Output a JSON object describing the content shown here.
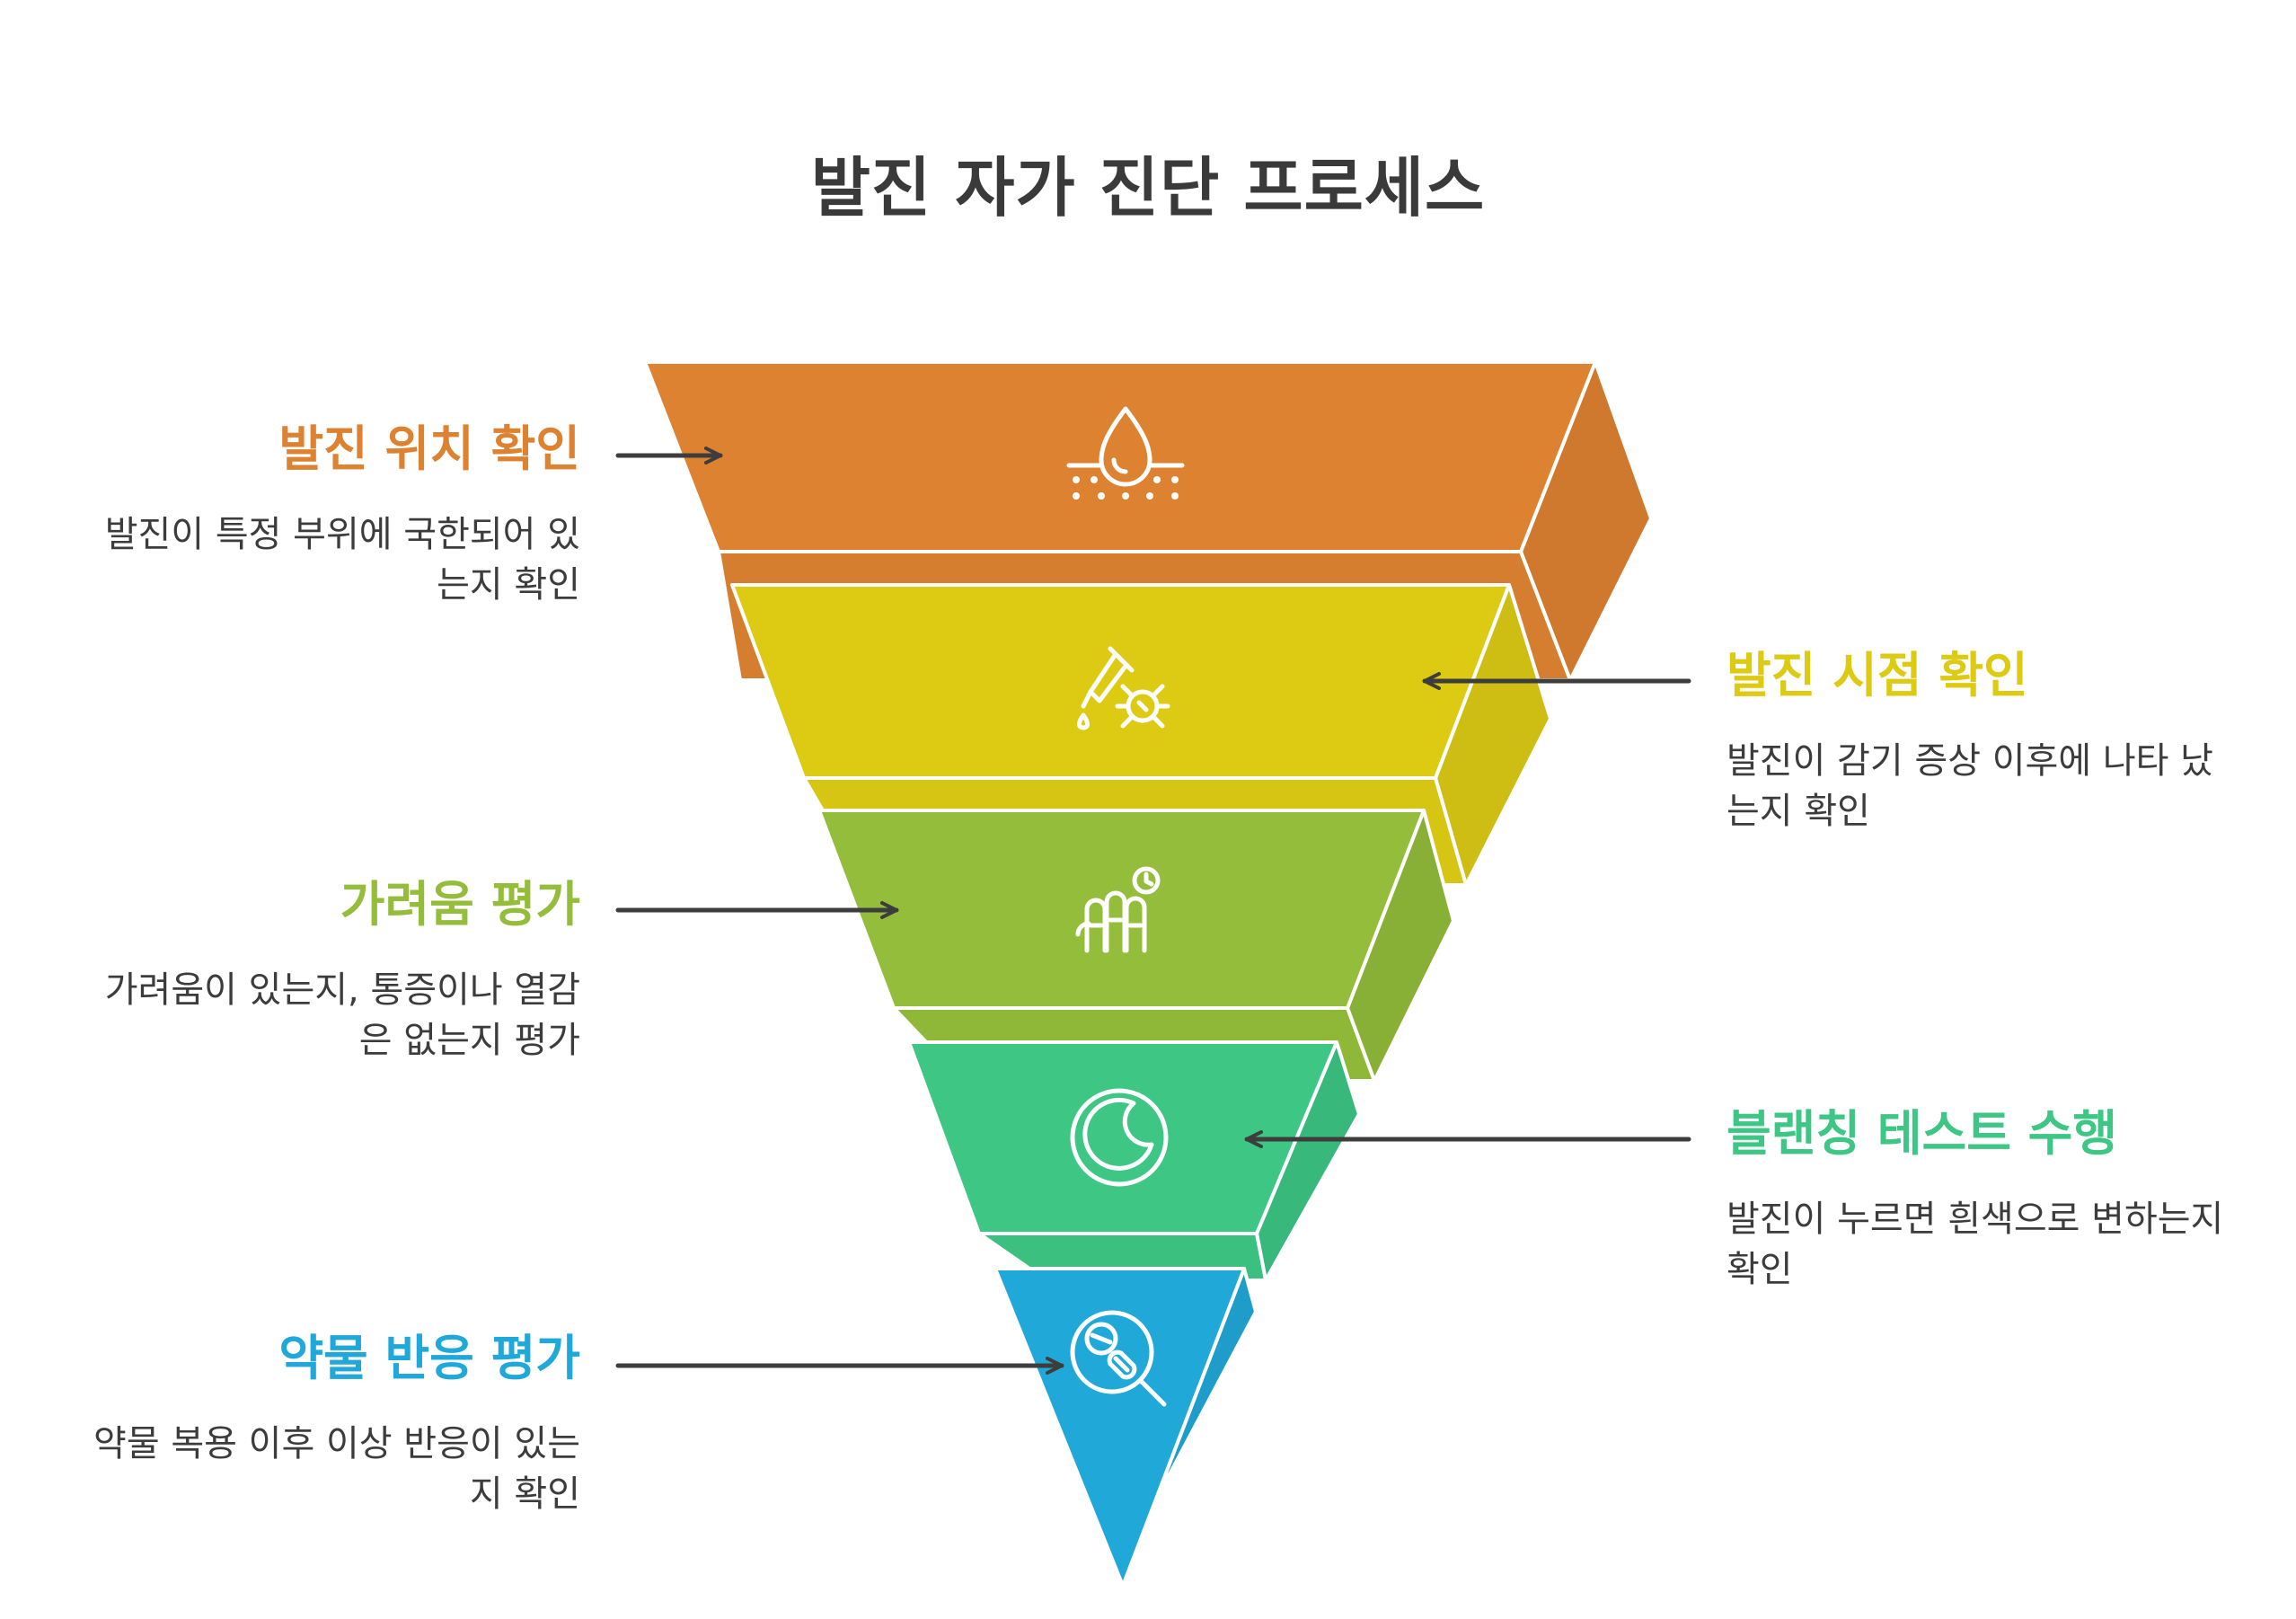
{
  "title": "발진 자가 진단 프로세스",
  "steps": [
    {
      "heading": "발진 위치 확인",
      "description": "발진이 특정 부위에 국한되어 있는지 확인",
      "color": "#DD8230",
      "icon": "skin-droplet-icon",
      "side": "left"
    },
    {
      "heading": "발진 시점 확인",
      "description": "발진이 감기 증상 이후에 나타 났는지 확인",
      "color": "#DDCB13",
      "icon": "dropper-virus-icon",
      "side": "right"
    },
    {
      "heading": "가려움 평가",
      "description": "가려움이 있는지, 통증이나 열감은 없는지 평가",
      "color": "#93BD3A",
      "icon": "fingers-timer-icon",
      "side": "left"
    },
    {
      "heading": "블랜칭 테스트 수행",
      "description": "발진이 누르면 흰색으로 변하는지 확인",
      "color": "#3DC684",
      "icon": "circle-moon-icon",
      "side": "right"
    },
    {
      "heading": "약물 반응 평가",
      "description": "약물 복용 이후 이상 반응이 있는지 확인",
      "color": "#20A8D9",
      "icon": "pill-magnifier-icon",
      "side": "left"
    }
  ],
  "arrow_color": "#3d3d3d"
}
